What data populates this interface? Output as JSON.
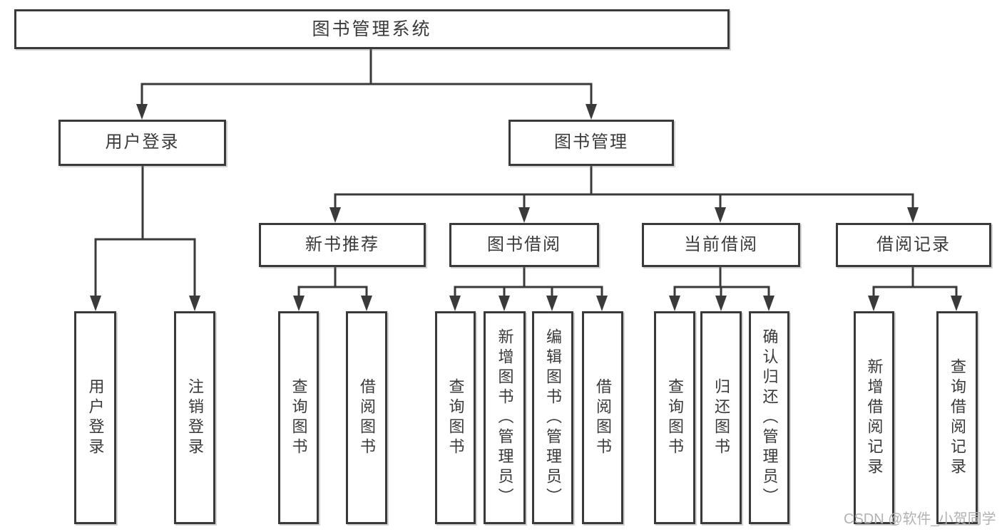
{
  "diagram": {
    "title": "图书管理系统",
    "colors": {
      "line": "#3a3a3a",
      "box_border": "#3a3a3a",
      "text": "#3a3a3a",
      "box_background": "#ffffff",
      "page_background": "#ffffff"
    },
    "branches": [
      {
        "label": "用户登录",
        "children": [
          "用户登录",
          "注销登录"
        ]
      },
      {
        "label": "图书管理",
        "sections": [
          {
            "label": "新书推荐",
            "children": [
              "查询图书",
              "借阅图书"
            ]
          },
          {
            "label": "图书借阅",
            "children": [
              "查询图书",
              "新增图书（管理员）",
              "编辑图书（管理员）",
              "借阅图书"
            ]
          },
          {
            "label": "当前借阅",
            "children": [
              "查询图书",
              "归还图书",
              "确认归还（管理员）"
            ]
          },
          {
            "label": "借阅记录",
            "children": [
              "新增借阅记录",
              "查询借阅记录"
            ]
          }
        ]
      }
    ]
  },
  "watermark": {
    "text": "CSDN @软件_小贺同学",
    "color": "#b2b2b2"
  }
}
